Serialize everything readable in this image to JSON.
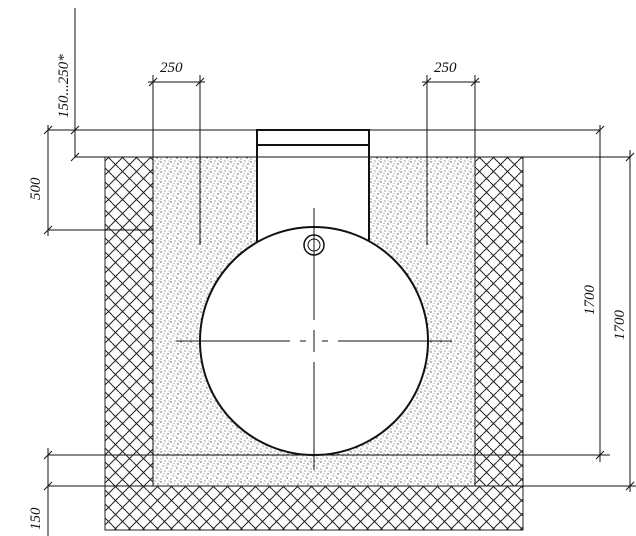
{
  "drawing": {
    "dim_top_range": "150...250*",
    "dim_gap_left": "250",
    "dim_gap_right": "250",
    "dim_depth_500": "500",
    "dim_height_inner": "1700",
    "dim_height_outer": "1700",
    "dim_base": "150"
  }
}
